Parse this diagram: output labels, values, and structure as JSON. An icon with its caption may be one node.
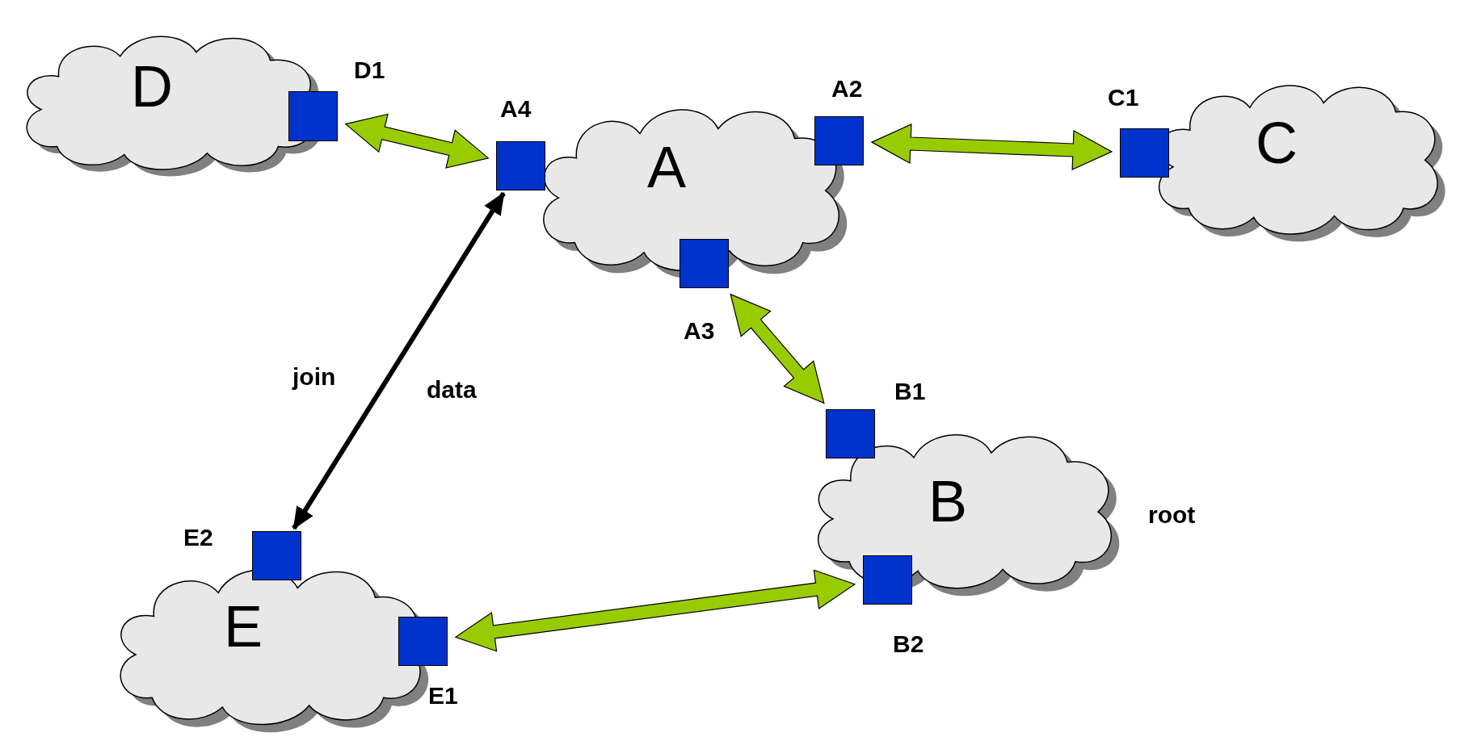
{
  "diagram": {
    "nodes": [
      {
        "text": [
          "D"
        ]
      },
      {
        "text": [
          "A"
        ]
      },
      {
        "text": [
          "C"
        ]
      },
      {
        "text": [
          "B"
        ],
        "beside": [
          "root"
        ]
      },
      {
        "text": [
          "E"
        ]
      },
      {
        "text": [],
        "shape": "box",
        "beside": [
          "D1"
        ]
      },
      {
        "text": [],
        "shape": "box",
        "beside": [
          "A4"
        ]
      },
      {
        "text": [],
        "shape": "box",
        "beside": [
          "A2"
        ]
      },
      {
        "text": [],
        "shape": "box",
        "beside": [
          "C1"
        ]
      },
      {
        "text": [],
        "shape": "box",
        "beside": [
          "A3"
        ]
      },
      {
        "text": [],
        "shape": "box",
        "beside": [
          "B1"
        ]
      },
      {
        "text": [],
        "shape": "box",
        "beside": [
          "B2"
        ]
      },
      {
        "text": [],
        "shape": "box",
        "beside": [
          "E2"
        ]
      },
      {
        "text": [],
        "shape": "box",
        "beside": [
          "E1"
        ]
      }
    ],
    "edges": [
      {
        "from": 5,
        "to": 6,
        "arrow": "both"
      },
      {
        "from": 7,
        "to": 8,
        "arrow": "both"
      },
      {
        "from": 9,
        "to": 10,
        "arrow": "both"
      },
      {
        "from": 11,
        "to": 13,
        "arrow": "both"
      },
      {
        "from": 6,
        "to": 12,
        "arrow": "both",
        "color": "#000000",
        "label": "join"
      }
    ],
    "labels": [
      "data"
    ]
  }
}
